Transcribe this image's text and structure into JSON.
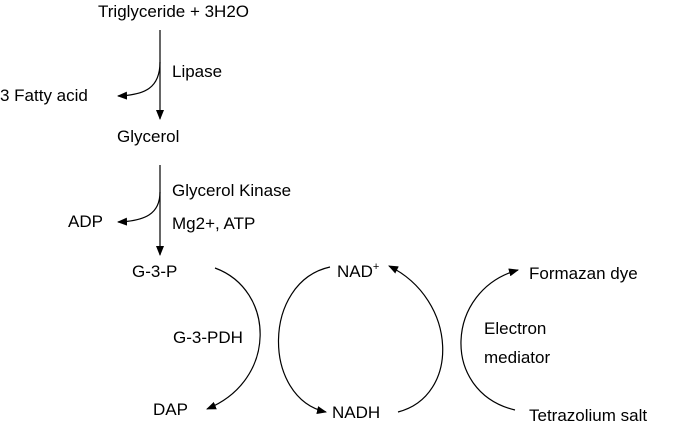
{
  "colors": {
    "ink": "#000000",
    "background": "#ffffff"
  },
  "labels": {
    "triglyceride": "Triglyceride + 3H2O",
    "lipase": "Lipase",
    "fatty_acid": "3 Fatty acid",
    "glycerol": "Glycerol",
    "glycerol_kinase": "Glycerol Kinase",
    "cofactors": "Mg2+, ATP",
    "adp": "ADP",
    "g3p": "G-3-P",
    "g3pdh": "G-3-PDH",
    "dap": "DAP",
    "nad": "NAD",
    "nad_charge": "+",
    "nadh": "NADH",
    "electron": "Electron",
    "mediator": "mediator",
    "formazan": "Formazan dye",
    "tetrazolium": "Tetrazolium salt"
  }
}
